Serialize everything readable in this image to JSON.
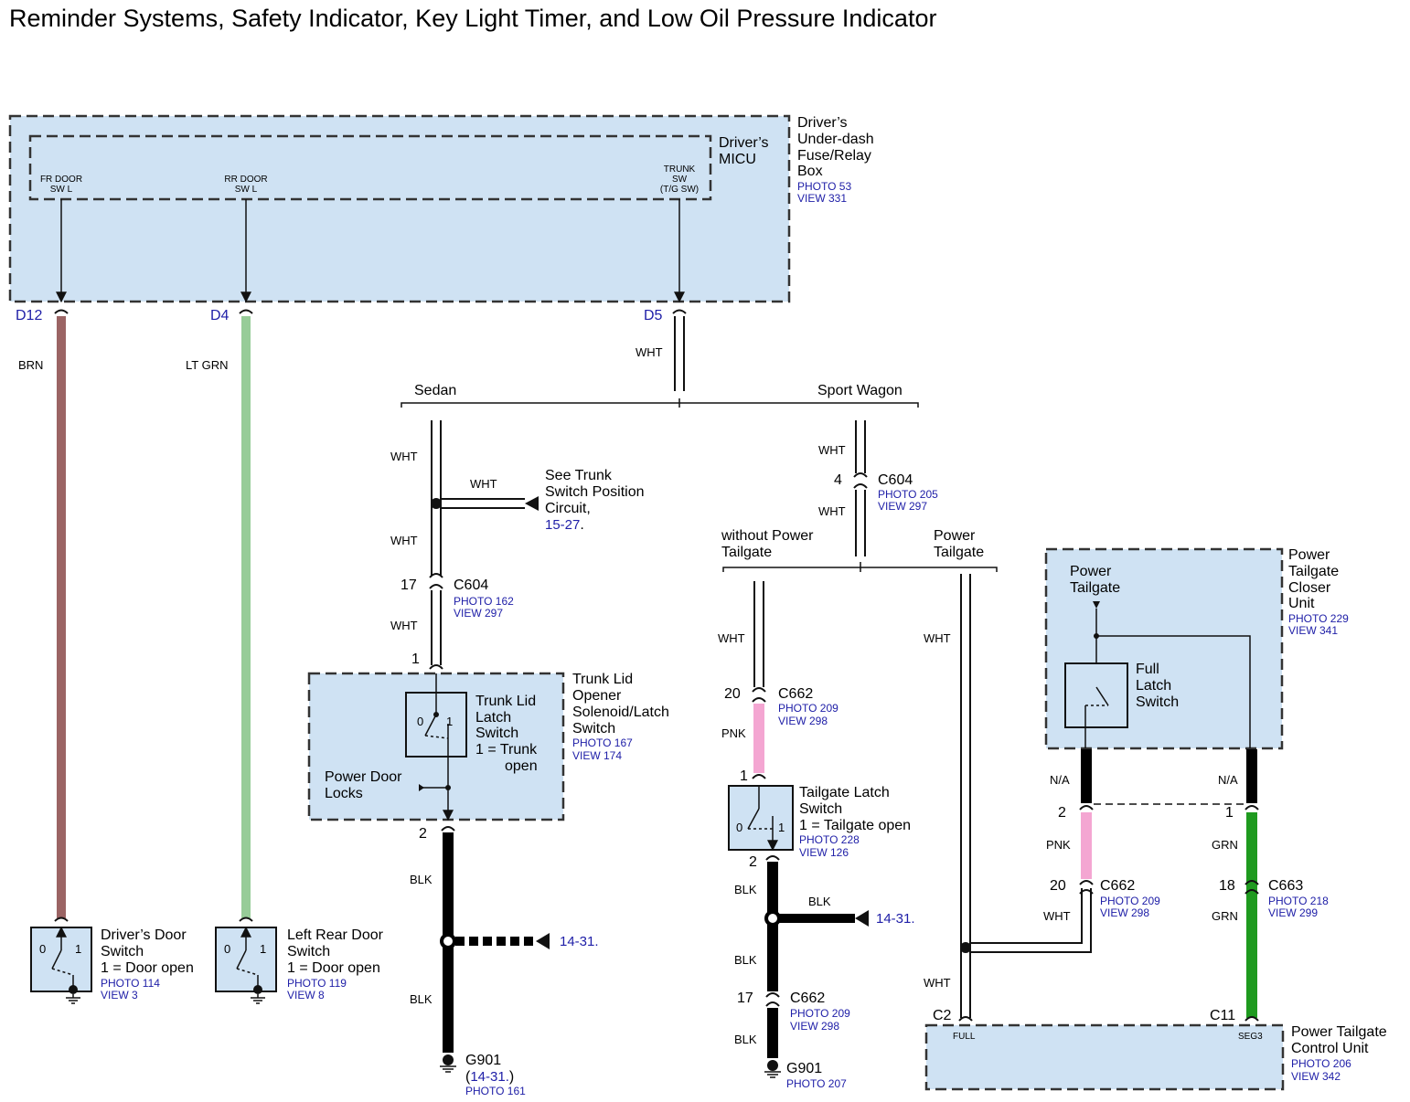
{
  "title": "Reminder Systems, Safety Indicator, Key Light Timer, and Low Oil Pressure Indicator",
  "colors": {
    "box_fill": "#cfe2f3",
    "wire_brn": "#9b6464",
    "wire_ltgrn": "#97cc98",
    "wire_pnk": "#f4a6d2",
    "wire_grn": "#1f9a1f",
    "wire_blk": "#000000",
    "ref_blue": "#2020a8"
  },
  "fuse_box": {
    "name_lines": [
      "Driver’s",
      "Under-dash",
      "Fuse/Relay",
      "Box"
    ],
    "photo": "PHOTO 53",
    "view": "VIEW 331"
  },
  "micu": {
    "name_lines": [
      "Driver’s",
      "MICU"
    ],
    "fr_door": [
      "FR DOOR",
      "SW L"
    ],
    "rr_door": [
      "RR DOOR",
      "SW L"
    ],
    "trunk": [
      "TRUNK",
      "SW",
      "(T/G SW)"
    ]
  },
  "pins": {
    "d12": "D12",
    "d4": "D4",
    "d5": "D5"
  },
  "wires": {
    "brn": "BRN",
    "lt_grn": "LT GRN",
    "wht": "WHT",
    "blk": "BLK",
    "pnk": "PNK",
    "grn": "GRN",
    "na": "N/A"
  },
  "variants": {
    "sedan": "Sedan",
    "sport_wagon": "Sport Wagon",
    "without_power_tailgate": [
      "without Power",
      "Tailgate"
    ],
    "power_tailgate": [
      "Power",
      "Tailgate"
    ]
  },
  "see_trunk": {
    "lines": [
      "See Trunk",
      "Switch Position",
      "Circuit,"
    ],
    "ref": "15-27",
    "punct": "."
  },
  "c604_sedan": {
    "pin": "17",
    "name": "C604",
    "photo": "PHOTO 162",
    "view": "VIEW 297"
  },
  "c604_wagon": {
    "pin": "4",
    "name": "C604",
    "photo": "PHOTO 205",
    "view": "VIEW 297"
  },
  "trunk_unit": {
    "name_lines": [
      "Trunk Lid",
      "Opener",
      "Solenoid/Latch",
      "Switch"
    ],
    "photo": "PHOTO 167",
    "view": "VIEW 174",
    "switch_lines": [
      "Trunk Lid",
      "Latch",
      "Switch",
      "1 = Trunk",
      "open"
    ],
    "pdl_lines": [
      "Power Door",
      "Locks"
    ],
    "pin_top": "1",
    "pin_bottom": "2",
    "pos0": "0",
    "pos1": "1"
  },
  "ref_1431": "14-31.",
  "g901_sedan": {
    "name": "G901",
    "ref_open": "(",
    "ref": "14-31.",
    "ref_close": ")",
    "photo": "PHOTO 161"
  },
  "c662_top": {
    "pin": "20",
    "name": "C662",
    "photo": "PHOTO 209",
    "view": "VIEW 298"
  },
  "tailgate_switch": {
    "pin_top": "1",
    "pin_bottom": "2",
    "name_lines": [
      "Tailgate Latch",
      "Switch",
      "1 = Tailgate open"
    ],
    "photo": "PHOTO 228",
    "view": "VIEW 126",
    "pos0": "0",
    "pos1": "1"
  },
  "c662_bottom": {
    "pin": "17",
    "name": "C662",
    "photo": "PHOTO 209",
    "view": "VIEW 298"
  },
  "g901_wagon": {
    "name": "G901",
    "photo": "PHOTO 207"
  },
  "closer_unit": {
    "name_lines": [
      "Power",
      "Tailgate",
      "Closer",
      "Unit"
    ],
    "photo": "PHOTO 229",
    "view": "VIEW 341",
    "inner_label": [
      "Power",
      "Tailgate"
    ],
    "switch_lines": [
      "Full",
      "Latch",
      "Switch"
    ]
  },
  "pins_closer": {
    "left": "2",
    "right": "1"
  },
  "c662_right": {
    "pin": "20",
    "name": "C662",
    "photo": "PHOTO 209",
    "view": "VIEW 298"
  },
  "c663": {
    "pin": "18",
    "name": "C663",
    "photo": "PHOTO 218",
    "view": "VIEW 299"
  },
  "control_unit": {
    "pin_c2": "C2",
    "pin_c11": "C11",
    "full": "FULL",
    "seg3": "SEG3",
    "name_lines": [
      "Power Tailgate",
      "Control Unit"
    ],
    "photo": "PHOTO 206",
    "view": "VIEW 342"
  },
  "drivers_door_switch": {
    "name_lines": [
      "Driver’s Door",
      "Switch",
      "1 = Door open"
    ],
    "photo": "PHOTO 114",
    "view": "VIEW 3",
    "pos0": "0",
    "pos1": "1"
  },
  "left_rear_door_switch": {
    "name_lines": [
      "Left Rear Door",
      "Switch",
      "1 = Door open"
    ],
    "photo": "PHOTO 119",
    "view": "VIEW 8",
    "pos0": "0",
    "pos1": "1"
  }
}
